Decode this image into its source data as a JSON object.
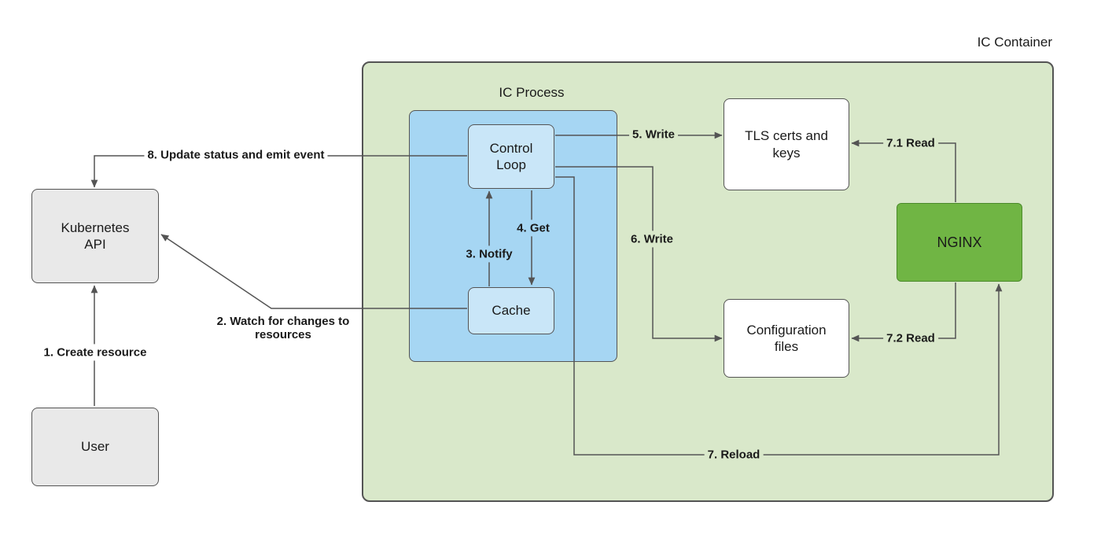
{
  "diagram": {
    "colors": {
      "edge": "#545454",
      "border": "#545454",
      "text": "#1a1a1a",
      "container_fill": "#d9e8ca",
      "process_fill": "#a6d6f3",
      "node_blue": "#c9e6f8",
      "node_gray": "#e9e9e9",
      "node_white": "#ffffff",
      "nginx_fill": "#70b544",
      "nginx_border": "#4b8a2b"
    },
    "nodes": {
      "ic_container_label": "IC Container",
      "ic_process_label": "IC Process",
      "control_loop": "Control Loop",
      "cache": "Cache",
      "tls_certs": "TLS certs and keys",
      "config_files": "Configuration files",
      "nginx": "NGINX",
      "kubernetes_api": "Kubernetes API",
      "user": "User"
    },
    "edges": {
      "create_resource": "1. Create resource",
      "watch": "2. Watch for changes to resources",
      "notify": "3. Notify",
      "get": "4. Get",
      "write_tls": "5. Write",
      "write_config": "6. Write",
      "reload": "7. Reload",
      "read_tls": "7.1 Read",
      "read_config": "7.2 Read",
      "update_status": "8. Update status and emit event"
    }
  }
}
